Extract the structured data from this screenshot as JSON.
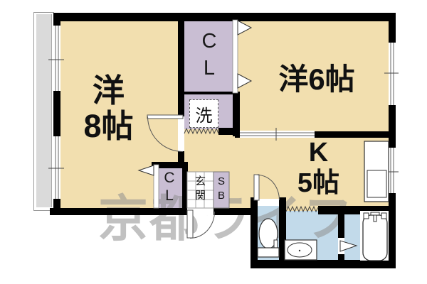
{
  "plan": {
    "type": "apartment-floor-plan",
    "rooms": {
      "western8": {
        "line1": "洋",
        "line2": "8帖"
      },
      "western6": {
        "name": "洋6帖"
      },
      "kitchen": {
        "line1": "K",
        "line2": "5帖"
      },
      "closet_upper": {
        "line1": "C",
        "line2": "L"
      },
      "closet_lower": {
        "line1": "C",
        "line2": "L"
      },
      "laundry": {
        "name": "洗"
      },
      "entrance": {
        "line1": "玄",
        "line2": "関"
      },
      "shoe_box": {
        "line1": "S",
        "line2": "B"
      }
    },
    "watermark": "京都ライフ",
    "colors": {
      "room_floor": "#F2DFAF",
      "closet": "#C9BED3",
      "wet_area": "#C2DAEA",
      "balcony": "#DADADA",
      "wall": "#000000",
      "fixture_outline": "#333333",
      "watermark": "#909090"
    }
  }
}
